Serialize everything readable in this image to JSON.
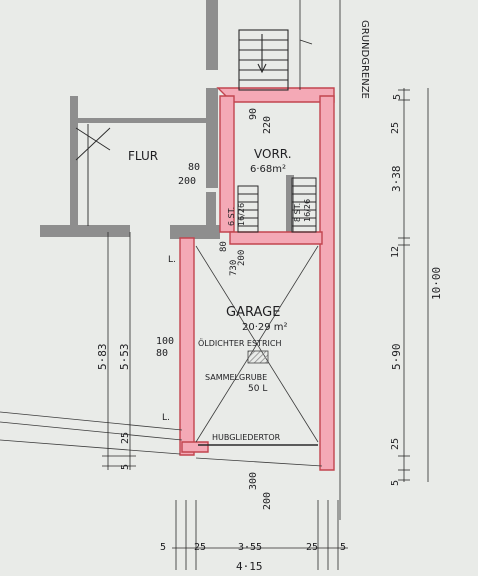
{
  "rooms": {
    "flur": {
      "name": "FLUR"
    },
    "vorraum": {
      "name": "VORR.",
      "area": "6·68m²"
    },
    "garage": {
      "name": "GARAGE",
      "area": "20·29 m²",
      "note": "ÖLDICHTER ESTRICH"
    }
  },
  "fixtures": {
    "sammelgrube": "SAMMELGRUBE",
    "sammelgrube_volume": "50 L",
    "door": "HUBGLIEDERTOR",
    "stair_left_1": "6 ST.",
    "stair_left_2": "16/26",
    "stair_right_1": "8 ST.",
    "stair_right_2": "16/26"
  },
  "labels": {
    "grundgrenze": "GRUNDGRENZE",
    "marker_l_top": "L.",
    "marker_l_bottom": "L."
  },
  "openings": {
    "flur_door_w": "80",
    "flur_door_h": "200",
    "vorr_door_w": "90",
    "vorr_door_h": "220",
    "garage_door_w": "80",
    "garage_door_h": "200",
    "garage_door_b": "730",
    "side_door_w": "100",
    "side_door_h": "80",
    "gate_w": "300",
    "gate_h": "200"
  },
  "dimensions": {
    "right_outer": {
      "total": "10·00",
      "top": "5",
      "wall_top": "25",
      "vorr": "3·38",
      "wall_mid": "12",
      "garage": "5·90",
      "wall_bottom": "25",
      "bottom": "5"
    },
    "left_outer": {
      "a": "5·83",
      "b": "5·53",
      "c": "25",
      "d": "5"
    },
    "bottom": {
      "total": "4·15",
      "a": "5",
      "b": "25",
      "c": "3·55",
      "d": "25",
      "e": "5"
    }
  }
}
